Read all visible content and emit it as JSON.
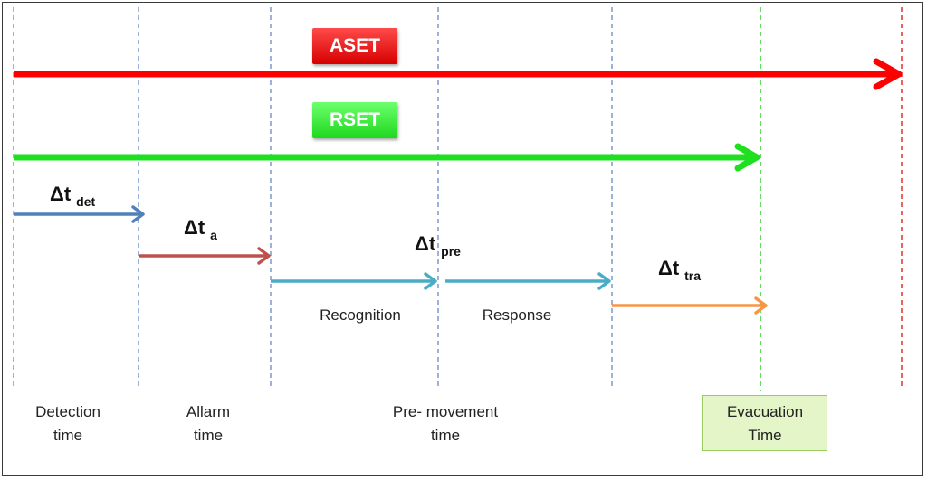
{
  "colors": {
    "aset": "#ff0000",
    "rset": "#1ee01e",
    "detection": "#4f81bd",
    "alarm": "#c0504d",
    "premovement": "#4bacc6",
    "travel": "#f79646",
    "guide": "#5b7fbf"
  },
  "badges": {
    "aset": "ASET",
    "rset": "RSET"
  },
  "deltas": {
    "det": {
      "main": "Δt",
      "sub": "det"
    },
    "a": {
      "main": "Δt",
      "sub": "a"
    },
    "pre": {
      "main": "Δt",
      "sub": "pre"
    },
    "tra": {
      "main": "Δt",
      "sub": "tra"
    }
  },
  "sub_labels": {
    "recognition": "Recognition",
    "response": "Response"
  },
  "phases": {
    "detection": {
      "line1": "Detection",
      "line2": "time"
    },
    "alarm": {
      "line1": "Allarm",
      "line2": "time"
    },
    "premovement": {
      "line1": "Pre- movement",
      "line2": "time"
    },
    "evacuation": {
      "line1": "Evacuation",
      "line2": "Time"
    }
  }
}
